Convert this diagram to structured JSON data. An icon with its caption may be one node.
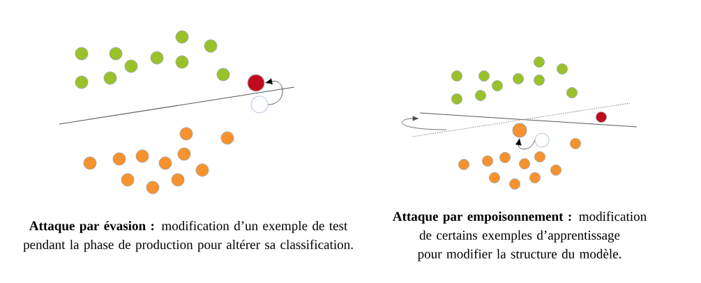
{
  "diagram": {
    "nodes": [
      {
        "text": [],
        "shape": "circle"
      },
      {
        "text": [],
        "shape": "circle"
      },
      {
        "text": [],
        "shape": "circle"
      },
      {
        "text": [],
        "shape": "circle"
      }
    ],
    "edges": [
      {
        "from": 0,
        "to": 1,
        "arrow": "to"
      },
      {
        "from": 2,
        "to": 3,
        "arrow": "to"
      }
    ],
    "labels": [
      "**Attaque par évasion :** modification d’un exemple de test pendant la phase de production pour altérer sa classification.",
      "**Attaque par empoisonnement :** modification de certains exemples d’apprentissage pour modifier la structure du modèle."
    ]
  }
}
